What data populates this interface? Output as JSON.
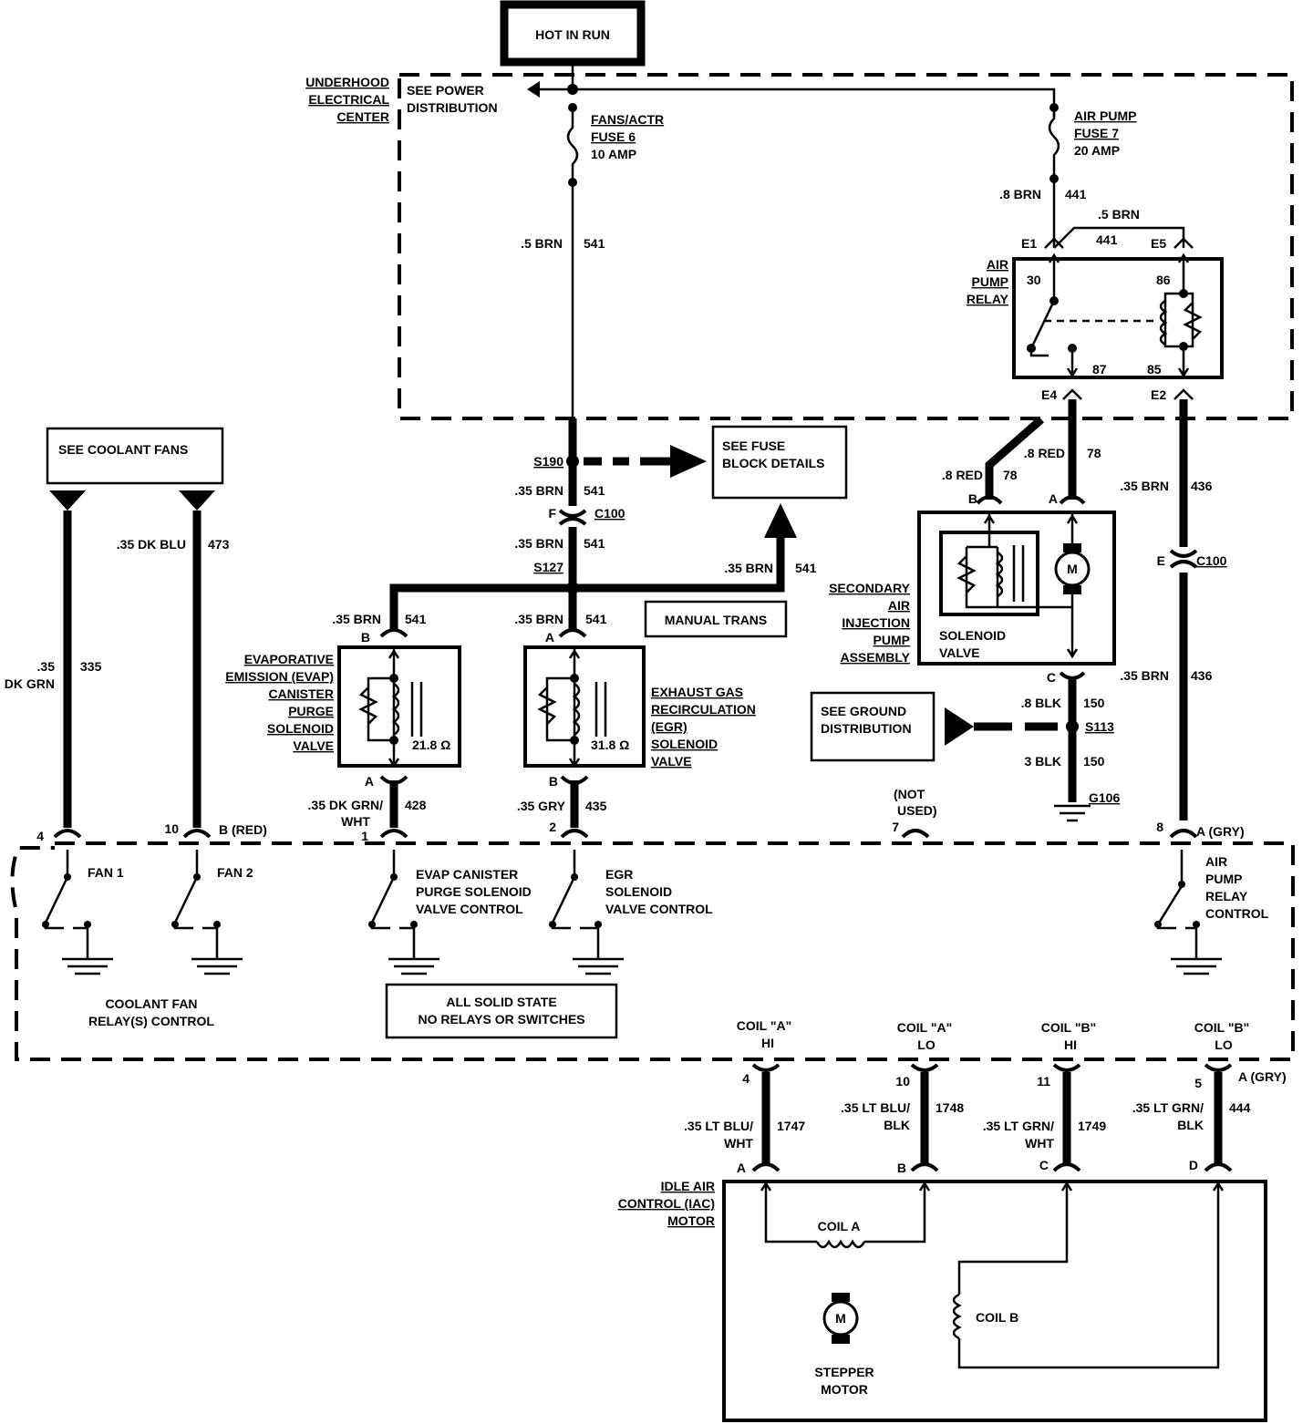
{
  "hot_in_run": "HOT IN RUN",
  "underhood": [
    "UNDERHOOD",
    "ELECTRICAL",
    "CENTER"
  ],
  "see_power": [
    "SEE POWER",
    "DISTRIBUTION"
  ],
  "fuse6": [
    "FANS/ACTR",
    "FUSE 6",
    "10 AMP"
  ],
  "fuse7": [
    "AIR PUMP",
    "FUSE 7",
    "20 AMP"
  ],
  "wires": {
    "brn05": ".5 BRN",
    "c541": "541",
    "brn08": ".8 BRN",
    "c441": "441",
    "brn035": ".35 BRN",
    "c436": "436",
    "red08": ".8 RED",
    "c78": "78",
    "dkblu": ".35 DK BLU",
    "c473": "473",
    "dkgrn": [
      ".35",
      "DK GRN"
    ],
    "c335": "335",
    "dkgrnwht": [
      ".35 DK GRN/",
      "WHT"
    ],
    "c428": "428",
    "gry": ".35 GRY",
    "c435": "435",
    "blk08": ".8 BLK",
    "c150": "150",
    "blk3": "3 BLK",
    "ltbluwht": [
      ".35 LT BLU/",
      "WHT"
    ],
    "c1747": "1747",
    "ltblublk": [
      ".35 LT BLU/",
      "BLK"
    ],
    "c1748": "1748",
    "ltgrnwht": [
      ".35 LT GRN/",
      "WHT"
    ],
    "c1749": "1749",
    "ltgrnblk": [
      ".35 LT GRN/",
      "BLK"
    ],
    "c444": "444"
  },
  "relay": {
    "label": [
      "AIR",
      "PUMP",
      "RELAY"
    ],
    "pins": {
      "p30": "30",
      "p86": "86",
      "p87": "87",
      "p85": "85",
      "e1": "E1",
      "e5": "E5",
      "e4": "E4",
      "e2": "E2"
    }
  },
  "splices": {
    "s190": "S190",
    "s127": "S127",
    "s113": "S113",
    "c100": "C100",
    "g106": "G106"
  },
  "see_fuse_block": [
    "SEE FUSE",
    "BLOCK DETAILS"
  ],
  "see_coolant": "SEE COOLANT FANS",
  "manual_trans": "MANUAL TRANS",
  "see_ground": [
    "SEE GROUND",
    "DISTRIBUTION"
  ],
  "evap": [
    "EVAPORATIVE",
    "EMISSION (EVAP)",
    "CANISTER",
    "PURGE",
    "SOLENOID",
    "VALVE"
  ],
  "egr": [
    "EXHAUST GAS",
    "RECIRCULATION",
    "(EGR)",
    "SOLENOID",
    "VALVE"
  ],
  "ohm": "21.8 Ω",
  "ohm2": "31.8 Ω",
  "secondary": [
    "SECONDARY",
    "AIR",
    "INJECTION",
    "PUMP",
    "ASSEMBLY"
  ],
  "solenoid_valve": [
    "SOLENOID",
    "VALVE"
  ],
  "letters": {
    "a": "A",
    "b": "B",
    "c": "C",
    "d": "D",
    "e": "E",
    "f": "F"
  },
  "pcm_pins": {
    "p4": "4",
    "p10": "10",
    "p1": "1",
    "p2": "2",
    "p7": "7",
    "p8": "8",
    "p11": "11",
    "p5": "5",
    "b_red": "B  (RED)",
    "a_gry": "A  (GRY)"
  },
  "not_used": [
    "(NOT",
    "USED)"
  ],
  "controls": {
    "fan1": "FAN 1",
    "fan2": "FAN 2",
    "evap_ctl": [
      "EVAP CANISTER",
      "PURGE SOLENOID",
      "VALVE  CONTROL"
    ],
    "egr_ctl": [
      "EGR",
      "SOLENOID",
      "VALVE CONTROL"
    ],
    "air_ctl": [
      "AIR",
      "PUMP",
      "RELAY",
      "CONTROL"
    ],
    "coolant_ctl": [
      "COOLANT FAN",
      "RELAY(S) CONTROL"
    ],
    "solid_state": [
      "ALL SOLID STATE",
      "NO RELAYS OR SWITCHES"
    ]
  },
  "coils": {
    "ahi": [
      "COIL \"A\"",
      "HI"
    ],
    "alo": [
      "COIL \"A\"",
      "LO"
    ],
    "bhi": [
      "COIL \"B\"",
      "HI"
    ],
    "blo": [
      "COIL \"B\"",
      "LO"
    ],
    "coil_a": "COIL A",
    "coil_b": "COIL B"
  },
  "iac": [
    "IDLE AIR",
    "CONTROL (IAC)",
    "MOTOR"
  ],
  "stepper": [
    "STEPPER",
    "MOTOR"
  ],
  "m": "M"
}
